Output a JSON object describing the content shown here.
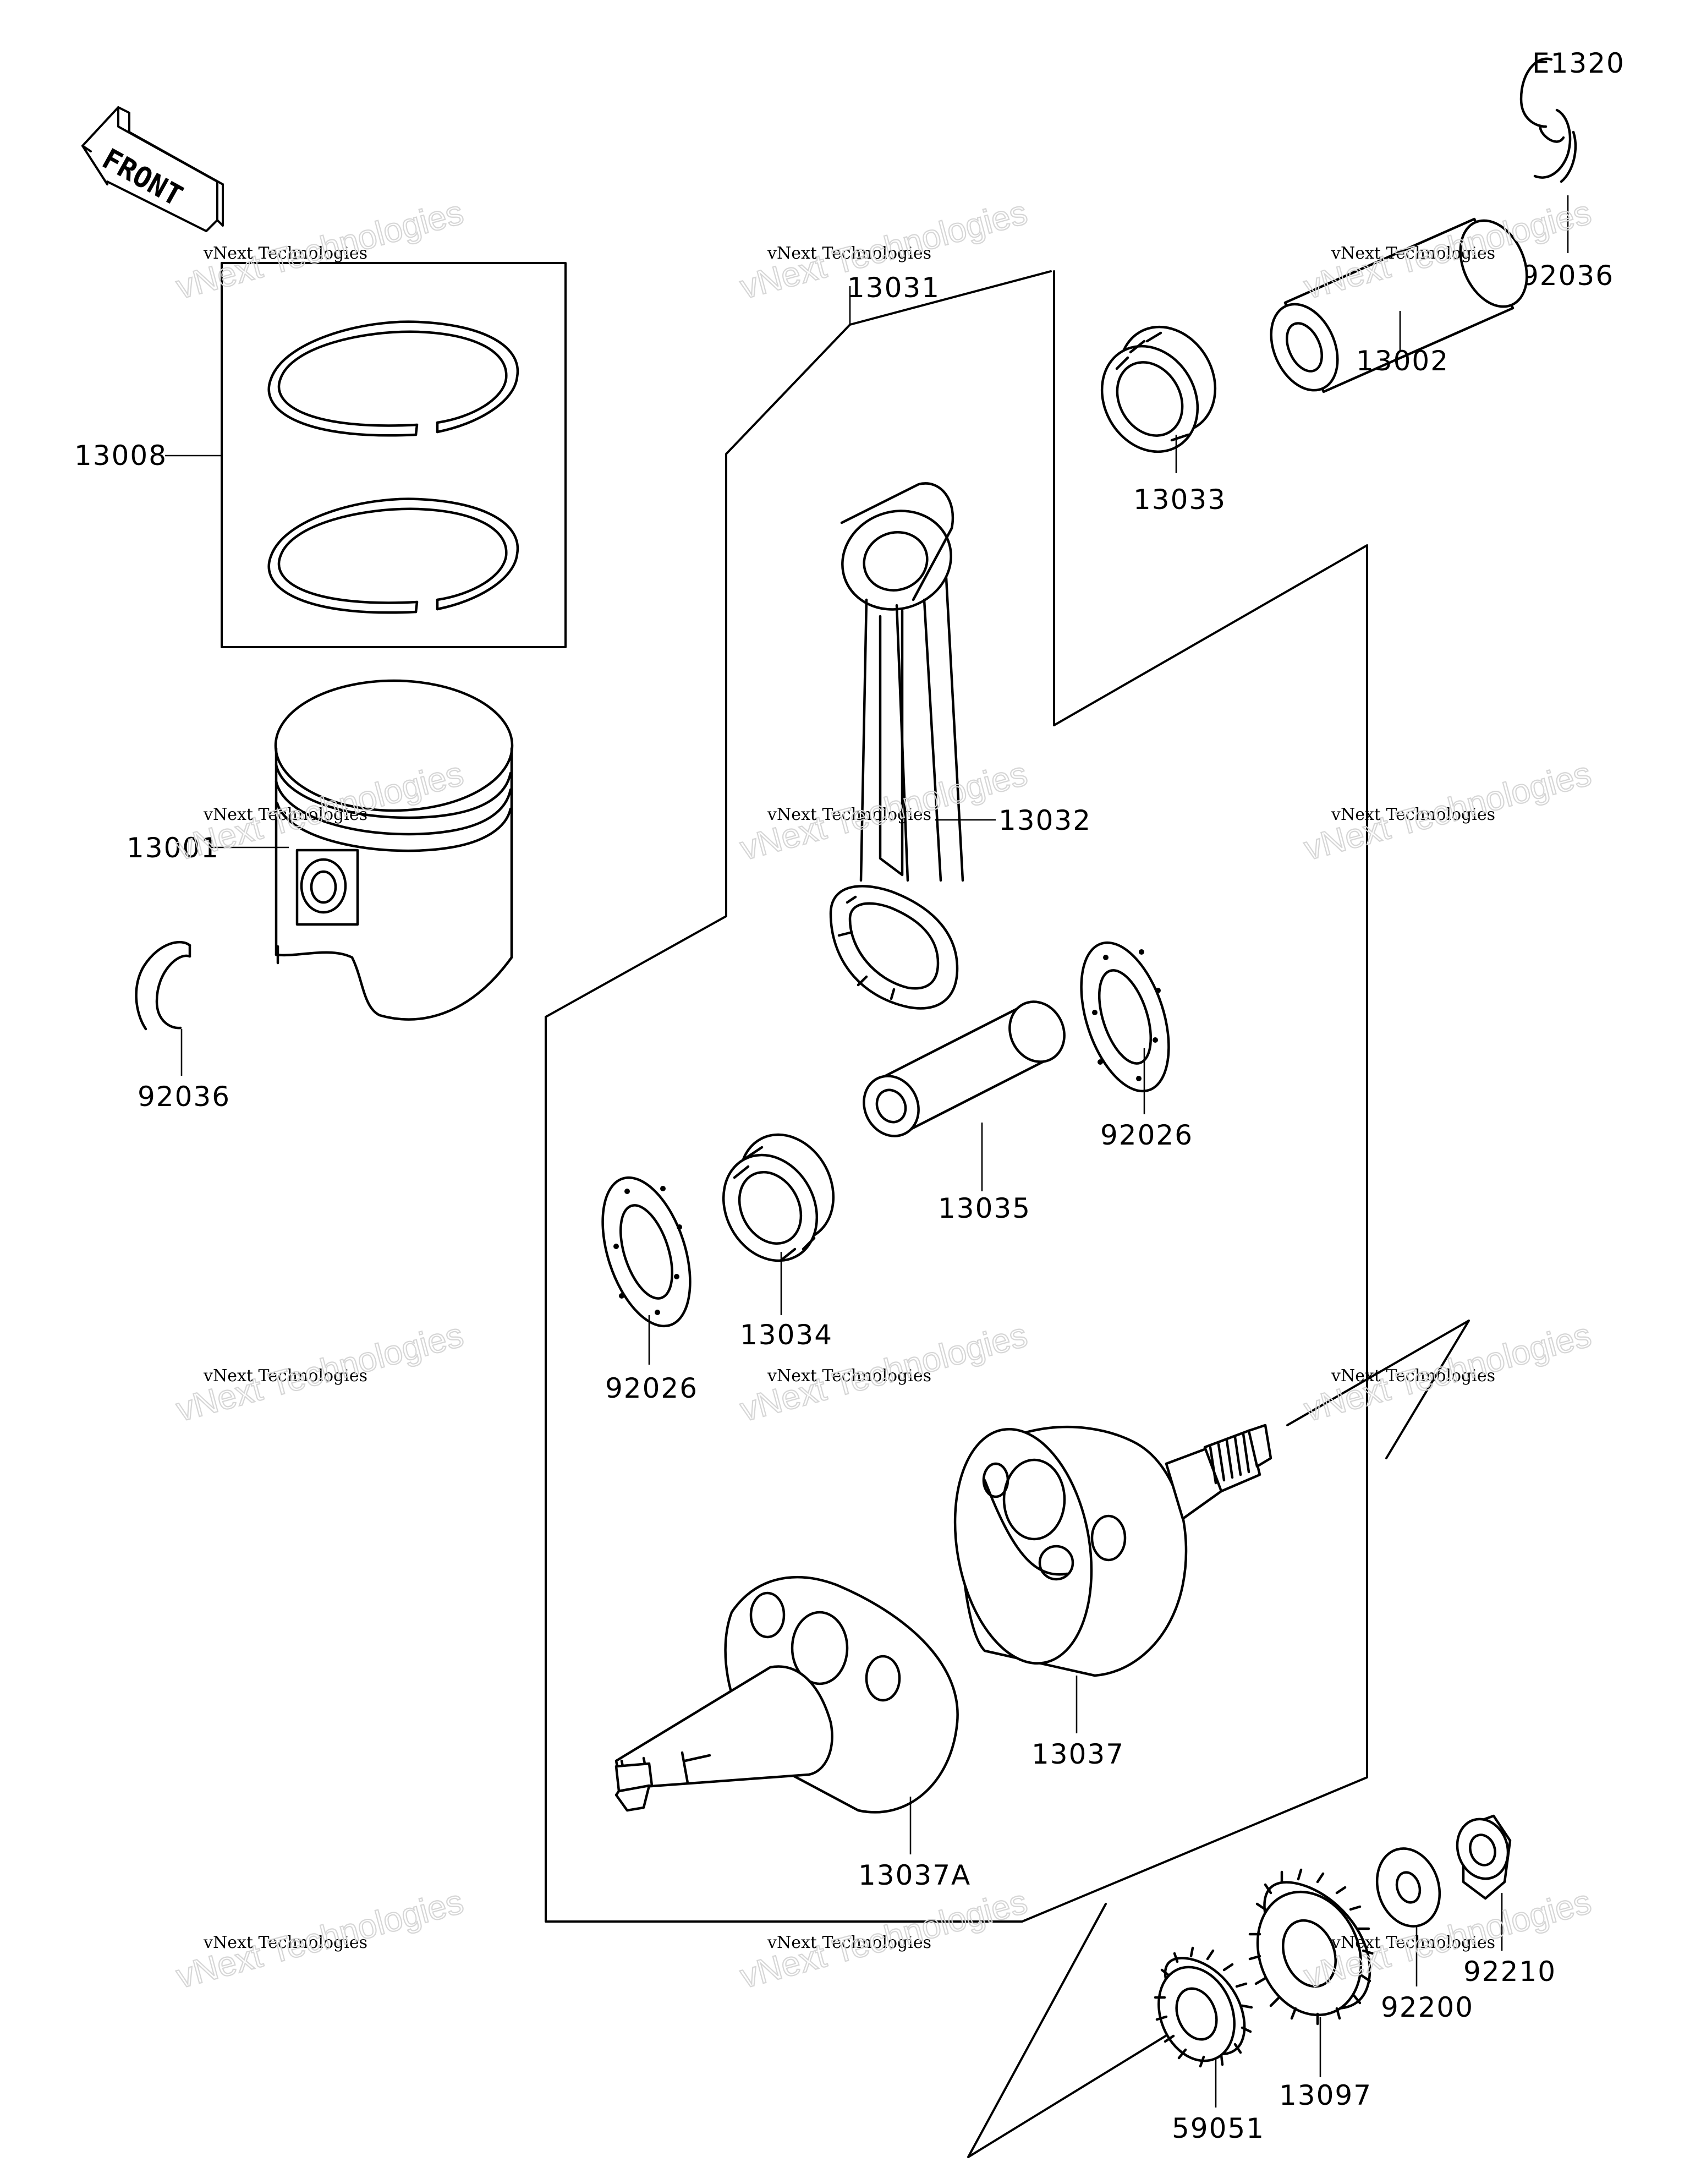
{
  "diagram_code": "E1320",
  "front_label": "FRONT",
  "watermark": {
    "line1": "vNext Technologies",
    "line2": "vNext Technologies"
  },
  "parts": {
    "p13008": "13008",
    "p13001": "13001",
    "p92036_left": "92036",
    "p92036_right": "92036",
    "p13002": "13002",
    "p13033": "13033",
    "p13031": "13031",
    "p13032": "13032",
    "p92026_right": "92026",
    "p13035": "13035",
    "p13034": "13034",
    "p92026_left": "92026",
    "p13037": "13037",
    "p13037A": "13037A",
    "p92210": "92210",
    "p92200": "92200",
    "p13097": "13097",
    "p59051": "59051"
  }
}
